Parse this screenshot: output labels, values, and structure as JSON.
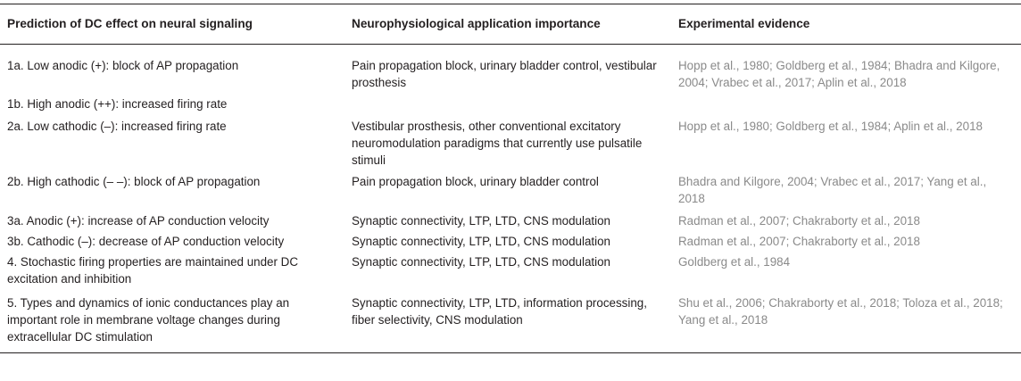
{
  "headers": {
    "prediction": "Prediction of DC effect on neural signaling",
    "importance": "Neurophysiological application importance",
    "evidence": "Experimental evidence"
  },
  "rows": [
    {
      "prediction": "1a. Low anodic (+): block of AP propagation",
      "importance": "Pain propagation block, urinary bladder control, vestibular prosthesis",
      "evidence": "Hopp et al., 1980; Goldberg et al., 1984; Bhadra and Kilgore, 2004; Vrabec et al., 2017; Aplin et al., 2018"
    },
    {
      "prediction": "1b. High anodic (++): increased firing rate",
      "importance": "",
      "evidence": ""
    },
    {
      "prediction": "2a. Low cathodic (–): increased firing rate",
      "importance": "Vestibular prosthesis, other conventional excitatory neuromodulation paradigms that currently use pulsatile stimuli",
      "evidence": "Hopp et al., 1980; Goldberg et al., 1984; Aplin et al., 2018"
    },
    {
      "prediction": "2b. High cathodic (– –): block of AP propagation",
      "importance": "Pain propagation block, urinary bladder control",
      "evidence": "Bhadra and Kilgore, 2004; Vrabec et al., 2017; Yang et al., 2018"
    },
    {
      "prediction": "3a. Anodic (+): increase of AP conduction velocity",
      "importance": "Synaptic connectivity, LTP, LTD, CNS modulation",
      "evidence": "Radman et al., 2007; Chakraborty et al., 2018"
    },
    {
      "prediction": "3b. Cathodic (–): decrease of AP conduction velocity",
      "importance": "Synaptic connectivity, LTP, LTD, CNS modulation",
      "evidence": "Radman et al., 2007; Chakraborty et al., 2018"
    },
    {
      "prediction": "4. Stochastic firing properties are maintained under DC excitation and inhibition",
      "importance": "Synaptic connectivity, LTP, LTD, CNS modulation",
      "evidence": "Goldberg et al., 1984"
    },
    {
      "prediction": "5. Types and dynamics of ionic conductances play an important role in membrane voltage changes during extracellular DC stimulation",
      "importance": "Synaptic connectivity, LTP, LTD, information processing, fiber selectivity, CNS modulation",
      "evidence": "Shu et al., 2006; Chakraborty et al., 2018; Toloza et al., 2018; Yang et al., 2018"
    }
  ]
}
